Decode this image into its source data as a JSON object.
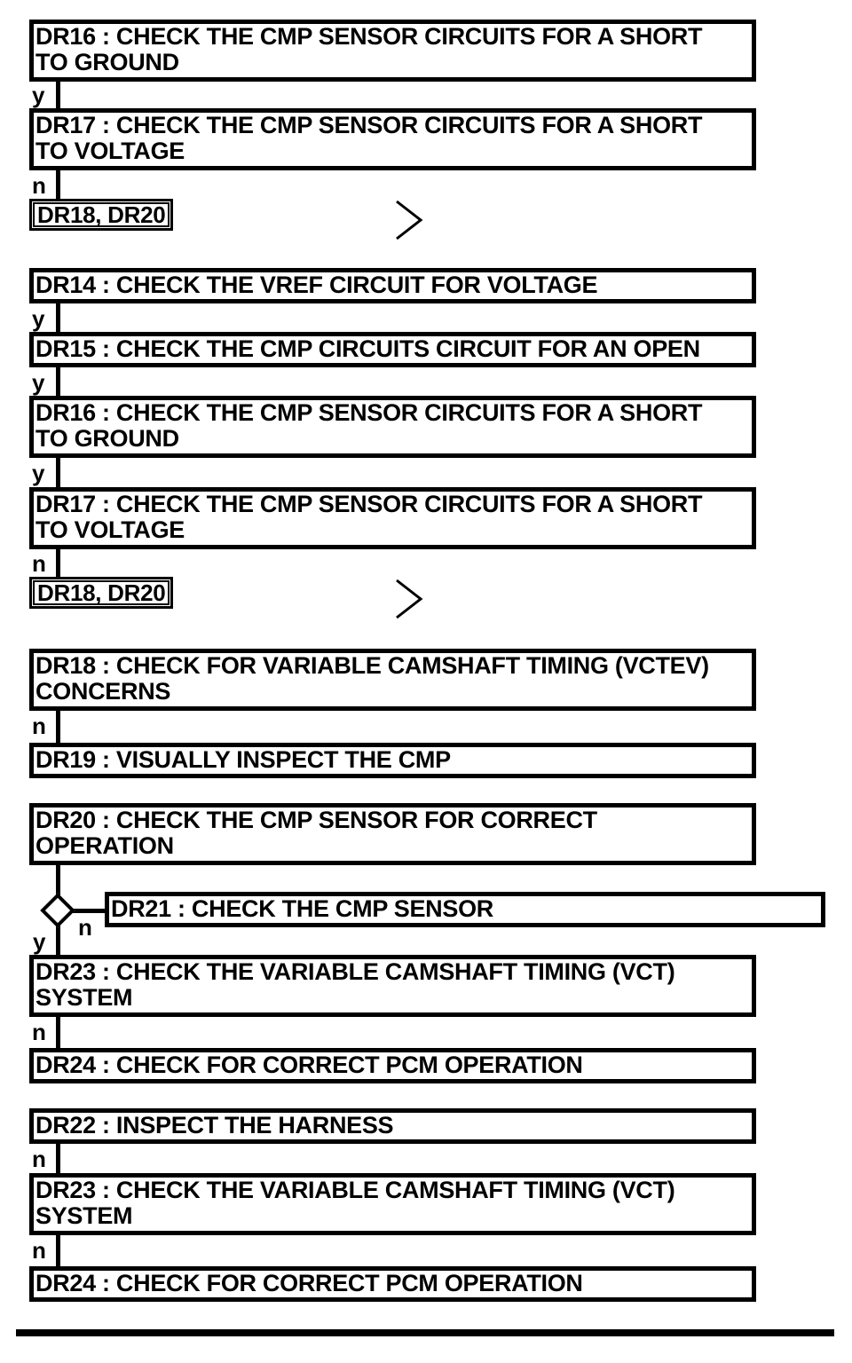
{
  "page": {
    "background": "#ffffff",
    "ink": "#000000"
  },
  "flow": {
    "yes": "y",
    "no": "n",
    "nodes": {
      "a_dr16": "DR16 : CHECK THE CMP SENSOR CIRCUITS FOR A SHORT\nTO GROUND",
      "a_dr17": "DR17 : CHECK THE CMP SENSOR CIRCUITS FOR A SHORT\nTO VOLTAGE",
      "a_ref": "DR18, DR20",
      "b_dr14": "DR14 : CHECK THE VREF CIRCUIT FOR VOLTAGE",
      "b_dr15": "DR15 : CHECK THE CMP CIRCUITS CIRCUIT FOR AN OPEN",
      "b_dr16": "DR16 : CHECK THE CMP SENSOR CIRCUITS FOR A SHORT\nTO GROUND",
      "b_dr17": "DR17 : CHECK THE CMP SENSOR CIRCUITS FOR A SHORT\nTO VOLTAGE",
      "b_ref": "DR18, DR20",
      "c_dr18": "DR18 : CHECK FOR VARIABLE CAMSHAFT TIMING (VCTEV)\nCONCERNS",
      "c_dr19": "DR19 : VISUALLY INSPECT THE CMP",
      "d_dr20": "DR20 : CHECK THE CMP SENSOR FOR CORRECT\nOPERATION",
      "d_dr21": "DR21 : CHECK THE CMP SENSOR",
      "d_dr23": "DR23 : CHECK THE VARIABLE CAMSHAFT TIMING (VCT)\nSYSTEM",
      "d_dr24": "DR24 : CHECK FOR CORRECT PCM OPERATION",
      "e_dr22": "DR22 : INSPECT THE HARNESS",
      "e_dr23": "DR23 : CHECK THE VARIABLE CAMSHAFT TIMING (VCT)\nSYSTEM",
      "e_dr24": "DR24 : CHECK FOR CORRECT PCM OPERATION"
    }
  }
}
